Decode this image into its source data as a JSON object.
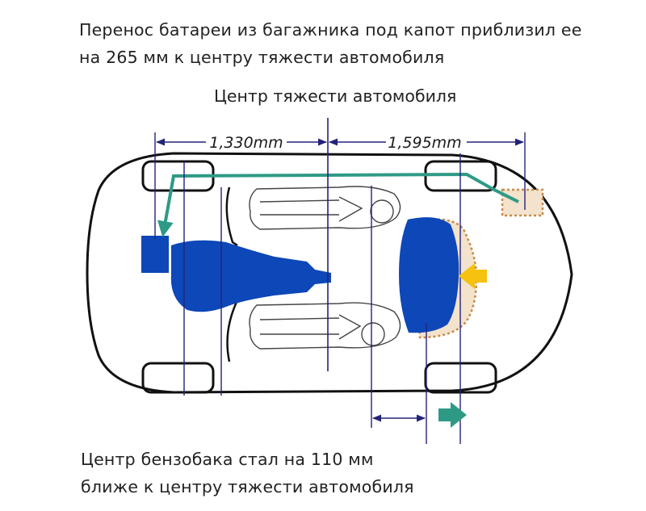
{
  "captions": {
    "top_line1": "Перенос батареи из багажника под капот приблизил ее",
    "top_line2": "на 265 мм к центру тяжести автомобиля",
    "center_of_gravity": "Центр тяжести автомобиля",
    "bottom_line1": "Центр бензобака стал на 110 мм",
    "bottom_line2": "ближе к центру тяжести автомобиля"
  },
  "dimensions": {
    "rear_to_cog": "1,330mm",
    "cog_to_front": "1,595mm"
  },
  "colors": {
    "outline": "#111111",
    "dimension_line": "#23237a",
    "component_blue": "#0d47b8",
    "battery_path": "#2e9a86",
    "shift_arrow": "#f5c20f",
    "old_position_fill": "#f3e2cc",
    "old_position_border": "#c98a4a"
  },
  "icons": [
    "shift-arrow-yellow-icon",
    "shift-arrow-green-icon"
  ]
}
